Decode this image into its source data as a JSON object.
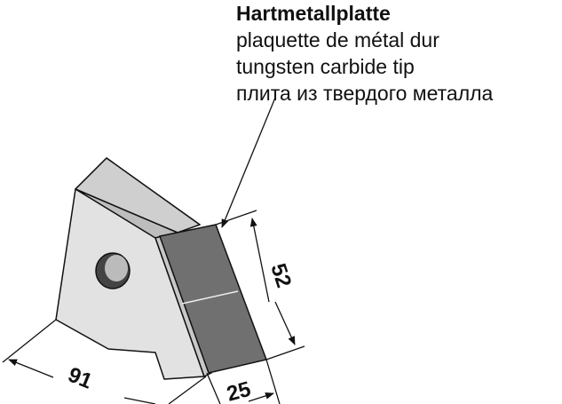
{
  "callout": {
    "title": "Hartmetallplatte",
    "lines": [
      "plaquette de métal dur",
      "tungsten carbide tip",
      "плита из твердого металла"
    ]
  },
  "dimensions": {
    "height": "52",
    "length": "91",
    "width": "25"
  },
  "colors": {
    "body": "#dcdcdc",
    "plate": "#6f6f6f",
    "line": "#111111"
  }
}
